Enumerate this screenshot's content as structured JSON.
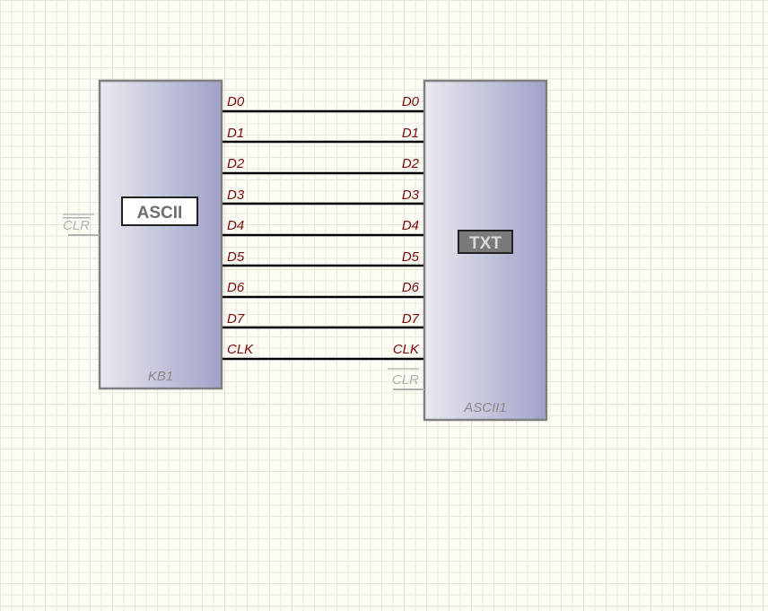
{
  "components": {
    "kb1": {
      "name": "KB1",
      "badge": "ASCII",
      "input_pin": "CLR",
      "output_pins": [
        "D0",
        "D1",
        "D2",
        "D3",
        "D4",
        "D5",
        "D6",
        "D7",
        "CLK"
      ]
    },
    "ascii1": {
      "name": "ASCII1",
      "badge": "TXT",
      "input_pins": [
        "D0",
        "D1",
        "D2",
        "D3",
        "D4",
        "D5",
        "D6",
        "D7",
        "CLK"
      ],
      "extra_pin": "CLR"
    }
  },
  "wires": [
    {
      "from": "KB1.D0",
      "to": "ASCII1.D0"
    },
    {
      "from": "KB1.D1",
      "to": "ASCII1.D1"
    },
    {
      "from": "KB1.D2",
      "to": "ASCII1.D2"
    },
    {
      "from": "KB1.D3",
      "to": "ASCII1.D3"
    },
    {
      "from": "KB1.D4",
      "to": "ASCII1.D4"
    },
    {
      "from": "KB1.D5",
      "to": "ASCII1.D5"
    },
    {
      "from": "KB1.D6",
      "to": "ASCII1.D6"
    },
    {
      "from": "KB1.D7",
      "to": "ASCII1.D7"
    },
    {
      "from": "KB1.CLK",
      "to": "ASCII1.CLK"
    }
  ],
  "colors": {
    "canvas_bg": "#fdfdf5",
    "grid": "#e6e6dc",
    "body_light": "#e8e8ee",
    "body_dark": "#a0a0c8",
    "border": "#808080",
    "wire": "#000000",
    "pin_label": "#7a0a0a",
    "disabled": "#b0b0b0"
  }
}
